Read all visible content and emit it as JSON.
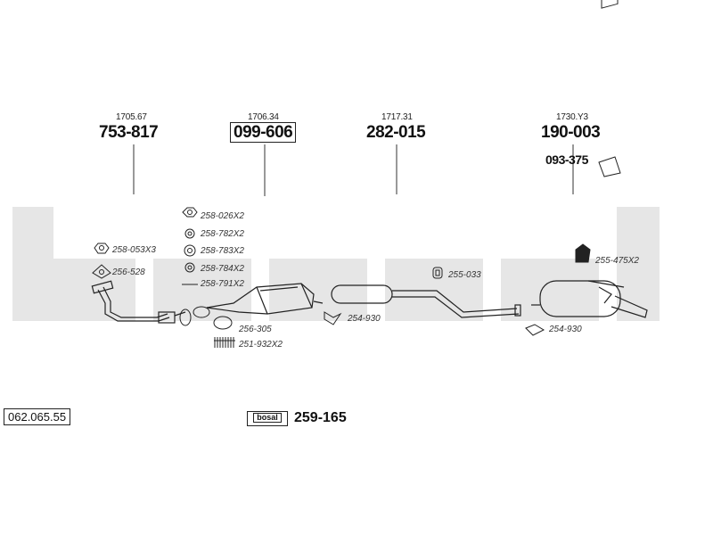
{
  "watermark": "bosal",
  "parts": [
    {
      "ref": "1705.67",
      "number": "753-817",
      "boxed": false
    },
    {
      "ref": "1706.34",
      "number": "099-606",
      "boxed": true
    },
    {
      "ref": "1717.31",
      "number": "282-015",
      "boxed": false
    },
    {
      "ref": "1730.Y3",
      "number": "190-003",
      "boxed": false
    }
  ],
  "extra_part": "093-375",
  "accessories": [
    "258-026X2",
    "258-782X2",
    "258-783X2",
    "258-784X2",
    "258-791X2",
    "258-053X3",
    "256-528",
    "256-305",
    "251-932X2",
    "255-033",
    "254-930",
    "255-475X2",
    "254-930"
  ],
  "catalog_code": "062.065.55",
  "kit_number": "259-165"
}
